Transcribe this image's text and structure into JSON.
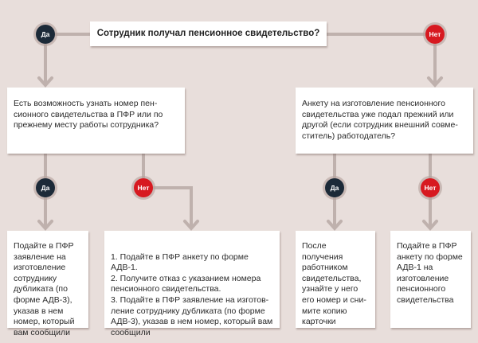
{
  "colors": {
    "yes": "#1c2a38",
    "no": "#d71920",
    "line": "#bfb1ad",
    "background": "#e8dedb"
  },
  "yes_label": "Да",
  "no_label": "Нет",
  "question_main": "Сотрудник получал  пенсионное свидетельство?",
  "question_left": "Есть возможность узнать номер пен-сионного свидетельства в ПФР или по прежнему месту работы сотрудника?",
  "question_right": "Анкету на изготовление пенсионного свидетельства уже подал прежний или другой (если сотрудник внешний совме-ститель) работодатель?",
  "outcomes": [
    "Подайте в ПФР заявление на изготовление сотруднику дубликата (по форме АДВ-3), указав в нем номер, который вам сообщили",
    "1. Подайте в ПФР анкету по форме АДВ-1.\n2. Получите отказ с указанием номера пенсионного свидетельства.\n3. Подайте в ПФР заявление на изготов-ление сотруднику дубликата (по форме АДВ-3), указав в нем номер, который вам сообщили",
    "После получения работником свидетельства, узнайте у него его номер и сни-мите копию карточки",
    "Подайте в ПФР анкету по форме АДВ-1 на изготовление пенсионного свидетельства"
  ]
}
